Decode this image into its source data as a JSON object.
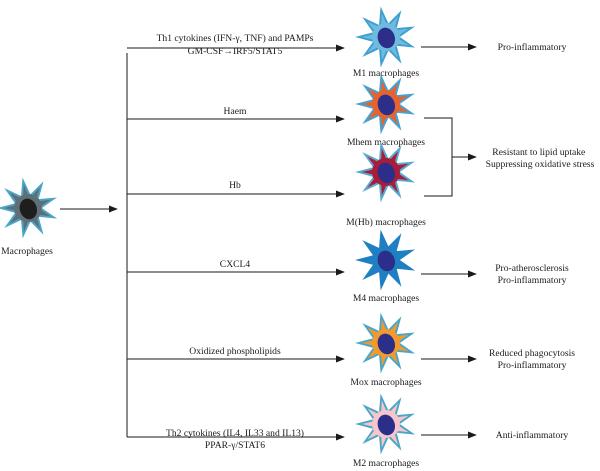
{
  "source": {
    "label": "Macrophages",
    "colors": {
      "body": "#5f6f78",
      "spike": "#4aa6c7",
      "nucleus": "#1e1e1e"
    }
  },
  "branches": [
    {
      "stimulus_lines": [
        "Th1 cytokines (IFN-γ, TNF) and PAMPs",
        "GM-CSF→IRF5/STAT5"
      ],
      "cell_label": "M1 macrophages",
      "colors": {
        "body": "#6fbbe0",
        "spike": "#3f9fd0",
        "nucleus": "#2c2f8a"
      },
      "outcome_lines": [
        "Pro-inflammatory"
      ]
    },
    {
      "stimulus_lines": [
        "Haem"
      ],
      "cell_label": "Mhem macrophages",
      "colors": {
        "body": "#e8622e",
        "spike": "#46a2cf",
        "nucleus": "#2c2f8a"
      },
      "outcome_lines": []
    },
    {
      "stimulus_lines": [
        "Hb"
      ],
      "cell_label": "M(Hb) macrophages",
      "colors": {
        "body": "#a81e3a",
        "spike": "#5aa8d0",
        "nucleus": "#2c2f8a"
      },
      "outcome_lines": []
    },
    {
      "stimulus_lines": [
        "CXCL4"
      ],
      "cell_label": "M4 macrophages",
      "colors": {
        "body": "#1f7fc2",
        "spike": "#1f7fc2",
        "nucleus": "#2c2f8a"
      },
      "outcome_lines": [
        "Pro-atherosclerosis",
        "Pro-inflammatory"
      ]
    },
    {
      "stimulus_lines": [
        "Oxidized phospholipids"
      ],
      "cell_label": "Mox macrophages",
      "colors": {
        "body": "#f29a2e",
        "spike": "#4aa6c7",
        "nucleus": "#2c2f8a"
      },
      "outcome_lines": [
        "Reduced phagocytosis",
        "Pro-inflammatory"
      ]
    },
    {
      "stimulus_lines": [
        "Th2 cytokines (IL4, IL33 and IL13)",
        "PPAR-γ/STAT6"
      ],
      "cell_label": "M2 macrophages",
      "colors": {
        "body": "#f6c6cc",
        "spike": "#4aa6c7",
        "nucleus": "#2c2f8a"
      },
      "outcome_lines": [
        "Anti-inflammatory"
      ]
    }
  ],
  "shared_outcome": {
    "lines": [
      "Resistant to lipid uptake",
      "Suppressing oxidative stress"
    ]
  }
}
